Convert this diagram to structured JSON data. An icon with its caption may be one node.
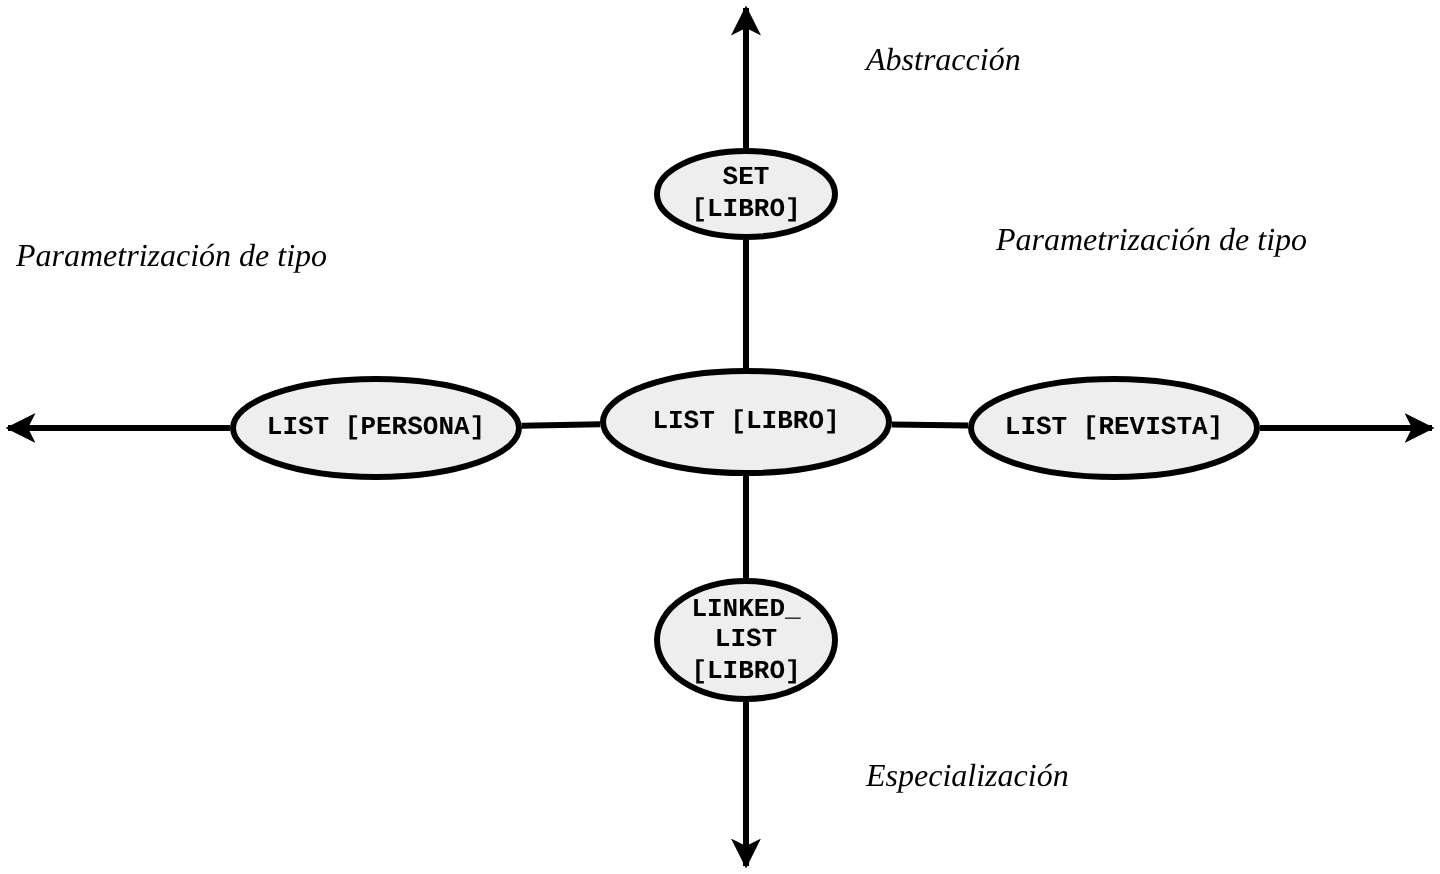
{
  "diagram": {
    "nodes": [
      {
        "text": [
          "SET [LIBRO]"
        ]
      },
      {
        "text": [
          "LIST [PERSONA]"
        ]
      },
      {
        "text": [
          "LIST [LIBRO]"
        ]
      },
      {
        "text": [
          "LIST [REVISTA]"
        ]
      },
      {
        "text": [
          "LINKED_ LIST [LIBRO]"
        ]
      }
    ],
    "edges": [
      {
        "from": 2,
        "to": 0,
        "arrow": "none"
      },
      {
        "from": 0,
        "to": null,
        "arrow": "to"
      },
      {
        "from": 2,
        "to": 1,
        "arrow": "none"
      },
      {
        "from": 1,
        "to": null,
        "arrow": "to"
      },
      {
        "from": 2,
        "to": 3,
        "arrow": "none"
      },
      {
        "from": 3,
        "to": null,
        "arrow": "to"
      },
      {
        "from": 2,
        "to": 4,
        "arrow": "none"
      },
      {
        "from": 4,
        "to": null,
        "arrow": "to"
      }
    ],
    "labels": [
      "Abstracción",
      "Parametrización de tipo",
      "Parametrización de tipo",
      "Especialización"
    ]
  }
}
